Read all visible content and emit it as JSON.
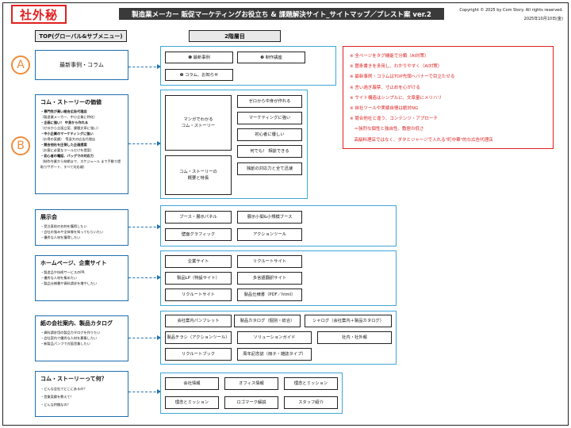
{
  "stamp": "社外秘",
  "title": "製造業メーカー 販促マーケティングお役立ち & 課題解決サイト_サイトマップ／プレスト案 ver.2",
  "copyright": "Copyright © 2025 by Com Story. All rights reserved.",
  "date": "2025年10月10日(金)",
  "header_left": "TOP(グローバル&サブメニュー)",
  "header_right": "2階層目",
  "marker_a": "A",
  "marker_b": "B",
  "section_a": {
    "title": "最新事例・コラム",
    "items": [
      "❶ 最新事例",
      "❷ 制作講座",
      "❸ コラム、お知らせ"
    ]
  },
  "section_b": {
    "title": "コム・ストーリーの価値",
    "lines": [
      "・専門性が高い総合広告代理店",
      "（製造業メーカー、中小企業に特化）",
      "・企画に強い！ 中身から作れる",
      "（ゼロから企画立案、課題文章に強い）",
      "・中小企業のマーケティングに強い",
      "（お得の実績）　等身大の広告代理店",
      "・競合他社を圧倒した企画提案",
      "（お客に必要なツールだけを提案）",
      "・初心者の電話、バッグでの対応力",
      "（制作作業から納期まで、スケジュール まで手動り提",
      "取りサポート、すべて対応歳）"
    ],
    "manga_title_1": "マンガでわかる",
    "manga_title_2": "コム・ストーリー",
    "overview_1": "コム・ストーリーの",
    "overview_2": "概要と特長",
    "items": [
      "ゼロから中身が作れる",
      "マーケティングに強い",
      "初心者に優しい",
      "何でも！ 相談できる",
      "独創の対応力と全て迅速"
    ]
  },
  "section_expo": {
    "title": "展示会",
    "lines": [
      "・受注直前の名刺を獲得したい",
      "・会社の強みや全体像を知ってもらいたい",
      "・優秀な人材を獲得したい"
    ],
    "items": [
      "ブース・展示パネル",
      "展示小間&小規模ブース",
      "壁面グラフィック",
      "アクションツール"
    ]
  },
  "section_web": {
    "title": "ホームページ、企業サイト",
    "lines": [
      "・製造品や技術サービスのPR",
      "・優秀な人材を集めたい",
      "・製品仕様書や資料請求を増やしたい"
    ],
    "items": [
      "企業サイト",
      "リクルートサイト",
      "製品LP（特設サイト）",
      "多言語翻訳サイト",
      "リクルートサイト",
      "製品仕様書（PDF／html）"
    ]
  },
  "section_catalog": {
    "title": "紙の会社案内、製品カタログ",
    "lines": [
      "・資料請求用の製品カタログを作りたい",
      "・会社案内で優秀な人材を募集したい",
      "・新製品パンフで対面営業したい"
    ],
    "items": [
      "会社案内パンフレット",
      "製品カタログ（個別・総合）",
      "シャログ（会社案内＋製品カタログ）",
      "製品チラシ（アクションツール）",
      "ソリューションガイド",
      "社内・社外報",
      "リクルートブック",
      "周年記念誌（冊子・雑誌タイプ）"
    ]
  },
  "section_about": {
    "title": "コム・ストーリーって何？",
    "lines": [
      "・どんな会社でどこにあるの？",
      "・営業実績を教えて！",
      "・どんな特徴なの？"
    ],
    "items": [
      "会社情報",
      "オフィス情報",
      "理念とミッション",
      "理念とミッション",
      "ロゴマーク解説",
      "スタッフ紹介"
    ]
  },
  "notes": [
    "※ 全ページをタグ機能で分類（AI対策）",
    "※ 箇条書きを多用し、わかりやすく（AI対策）",
    "※ 最新事例・コラムはTOP先頭ヘバナーで目立たせる",
    "※ 言い過ぎ厳禁、寸止めを心がける",
    "※ サイト構造はシンプルに、文章量にメリハリ",
    "※ 自社ツールや実績自慢は絶対NG",
    "※ 競合他社と違う、コンテンツ・アプローチ",
    "　＝強烈な個性と独自性、敷居の低さ",
    "　高級料理店ではなく、ダタとジャージで入れる\"町中華\"的な広告代理店"
  ],
  "colors": {
    "note_red": "#e02020",
    "box_blue": "#1f6fae",
    "container_blue": "#3fa7d6",
    "marker_orange": "#f08c3a"
  }
}
